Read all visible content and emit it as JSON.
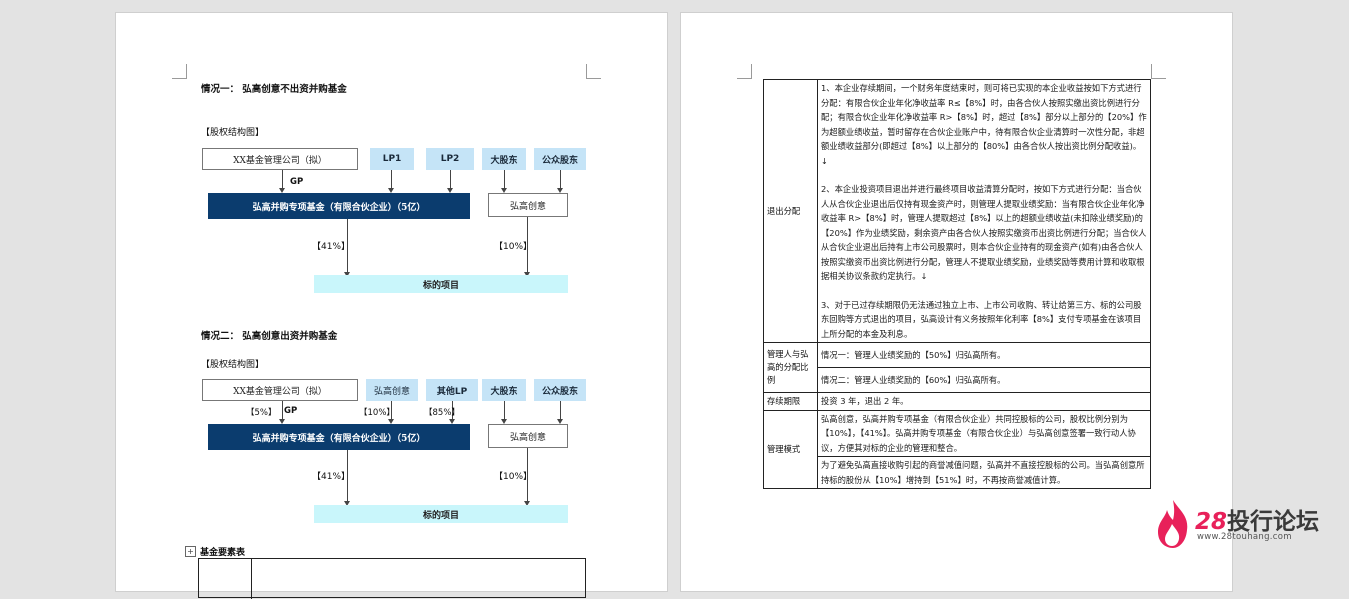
{
  "left_page": {
    "case1": {
      "title": "情况一：  弘高创意不出资并购基金",
      "structure_label": "【股权结构图】",
      "manager_box": "XX基金管理公司（拟）",
      "lp1": "LP1",
      "lp2": "LP2",
      "major_holder": "大股东",
      "public_holder": "公众股东",
      "gp_label": "GP",
      "fund_box": "弘高并购专项基金（有限合伙企业）（5亿）",
      "hongao_box": "弘高创意",
      "pct_fund": "【41%】",
      "pct_hongao": "【10%】",
      "target_box": "标的项目"
    },
    "case2": {
      "title": "情况二：  弘高创意出资并购基金",
      "structure_label": "【股权结构图】",
      "manager_box": "XX基金管理公司（拟）",
      "hongao_lp": "弘高创意",
      "other_lp": "其他LP",
      "major_holder": "大股东",
      "public_holder": "公众股东",
      "pct_gp": "【5%】",
      "gp_label": "GP",
      "pct_hongao_lp": "【10%】",
      "pct_other_lp": "【85%】",
      "fund_box": "弘高并购专项基金（有限合伙企业）（5亿）",
      "hongao_box": "弘高创意",
      "pct_fund": "【41%】",
      "pct_hongao": "【10%】",
      "target_box": "标的项目"
    },
    "elements_title": "基金要素表"
  },
  "right_page": {
    "exit": {
      "label": "退出分配",
      "clause1": "1、本企业存续期间，一个财务年度结束时，则可将已实现的本企业收益按如下方式进行分配：有限合伙企业年化净收益率 R≤【8%】时，由各合伙人按照实缴出资比例进行分配；有限合伙企业年化净收益率 R>【8%】时，超过【8%】部分以上部分的【20%】作为超额业绩收益，暂时留存在合伙企业账户中，待有限合伙企业清算时一次性分配，非超额业绩收益部分(即超过【8%】以上部分的【80%】由各合伙人按出资比例分配收益)。↓",
      "clause2": "2、本企业投资项目退出并进行最终项目收益清算分配时，按如下方式进行分配：当合伙人从合伙企业退出后仅持有现金资产时，则管理人提取业绩奖励：当有限合伙企业年化净收益率  R>【8%】时，管理人提取超过【8%】以上的超额业绩收益(未扣除业绩奖励)的【20%】作为业绩奖励，剩余资产由各合伙人按照实缴资币出资比例进行分配；当合伙人从合伙企业退出后持有上市公司股票时，则本合伙企业持有的现金资产(如有)由各合伙人按照实缴资币出资比例进行分配，管理人不提取业绩奖励，业绩奖励等费用计算和收取根据相关协议条款约定执行。↓",
      "clause3": "3、对于已过存续期限仍无法通过独立上市、上市公司收购、转让给第三方、标的公司股东回购等方式退出的项目，弘高设计有义务按照年化利率【8%】支付专项基金在该项目上所分配的本金及利息。"
    },
    "manager_share": {
      "label": "管理人与弘高的分配比例",
      "row1": "情况一：管理人业绩奖励的【50%】归弘高所有。",
      "row2": "情况二：管理人业绩奖励的【60%】归弘高所有。"
    },
    "duration": {
      "label": "存续期限",
      "value": "投资 3 年，退出 2 年。"
    },
    "mode": {
      "label": "管理模式",
      "row1": "弘高创意，弘高并购专项基金（有限合伙企业）共同控股标的公司，股权比例分别为【10%】，【41%】。弘高并购专项基金（有限合伙企业）与弘高创意签署一致行动人协议，方便其对标的企业的管理和整合。",
      "row2": "为了避免弘高直接收购引起的商誉减值问题，弘高并不直接控股标的公司。当弘高创意所持标的股份从【10%】增持到【51%】时，不再按商誉减值计算。"
    }
  },
  "watermark": {
    "number": "28",
    "name": "投行论坛",
    "url": "www.28touhang.com"
  }
}
